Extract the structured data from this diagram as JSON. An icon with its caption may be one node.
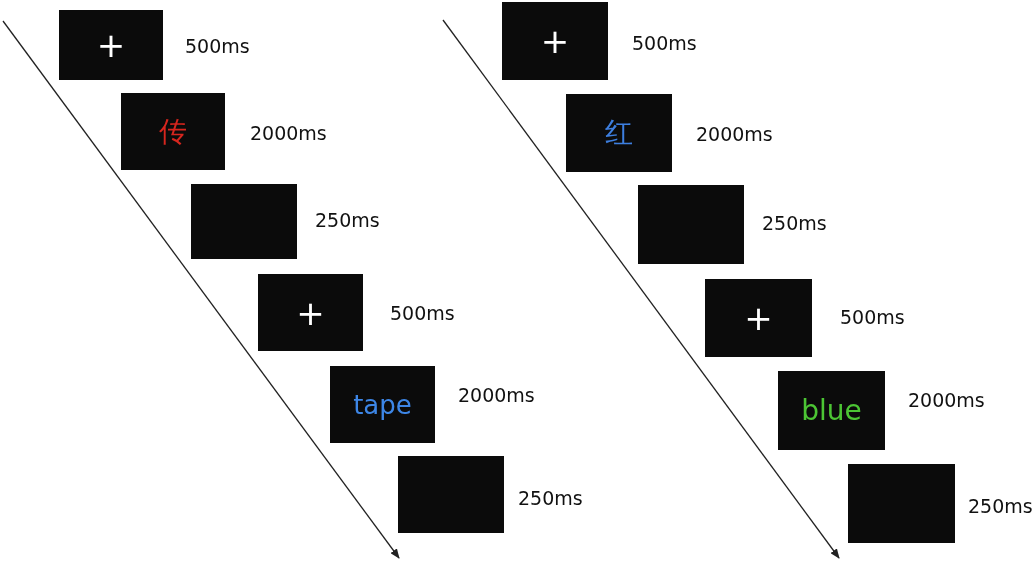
{
  "diagram": {
    "nodes": [
      {
        "text": [
          "+"
        ],
        "beside": [
          "500ms"
        ]
      },
      {
        "text": [
          "传"
        ],
        "beside": [
          "2000ms"
        ]
      },
      {
        "text": [],
        "shape": "box",
        "beside": [
          "250ms"
        ]
      },
      {
        "text": [
          "+"
        ],
        "beside": [
          "500ms"
        ]
      },
      {
        "text": [
          "tape"
        ],
        "beside": [
          "2000ms"
        ]
      },
      {
        "text": [],
        "shape": "box",
        "beside": [
          "250ms"
        ]
      },
      {
        "text": [
          "+"
        ],
        "beside": [
          "500ms"
        ]
      },
      {
        "text": [
          "红"
        ],
        "beside": [
          "2000ms"
        ]
      },
      {
        "text": [],
        "shape": "box",
        "beside": [
          "250ms"
        ]
      },
      {
        "text": [
          "+"
        ],
        "beside": [
          "500ms"
        ]
      },
      {
        "text": [
          "blue"
        ],
        "beside": [
          "2000ms"
        ]
      },
      {
        "text": [],
        "shape": "box",
        "beside": [
          "250ms"
        ]
      }
    ]
  }
}
